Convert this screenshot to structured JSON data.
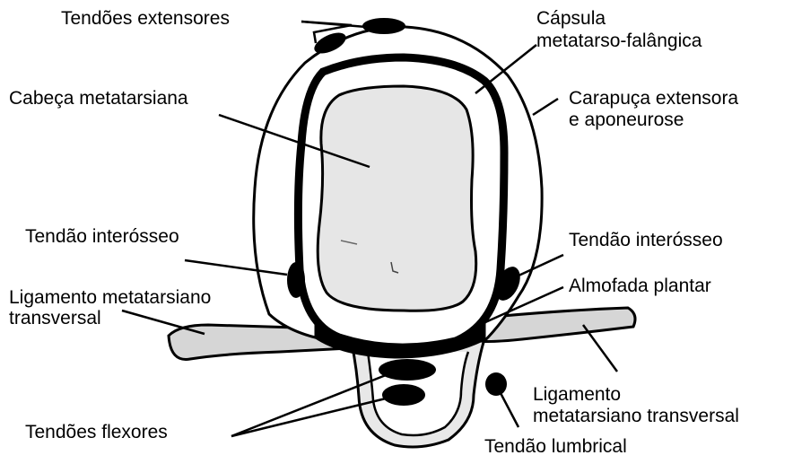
{
  "labels": {
    "extensor_tendons": "Tendões extensores",
    "capsule_line1": "Cápsula",
    "capsule_line2": "metatarso-falângica",
    "head": "Cabeça metatarsiana",
    "hood_line1": "Carapuça extensora",
    "hood_line2": "e aponeurose",
    "interosseous_left": "Tendão interósseo",
    "interosseous_right": "Tendão interósseo",
    "transverse_left_line1": "Ligamento metatarsiano",
    "transverse_left_line2": "transversal",
    "plantar_pad": "Almofada plantar",
    "transverse_right_line1": "Ligamento",
    "transverse_right_line2": "metatarsiano transversal",
    "flexor_tendons": "Tendões flexores",
    "lumbrical": "Tendão lumbrical"
  },
  "colors": {
    "ink": "#000000",
    "bone_fill": "#e6e6e6",
    "ligament_fill": "#d6d6d6",
    "sheath_fill": "#e8e8e8",
    "background": "#ffffff"
  }
}
